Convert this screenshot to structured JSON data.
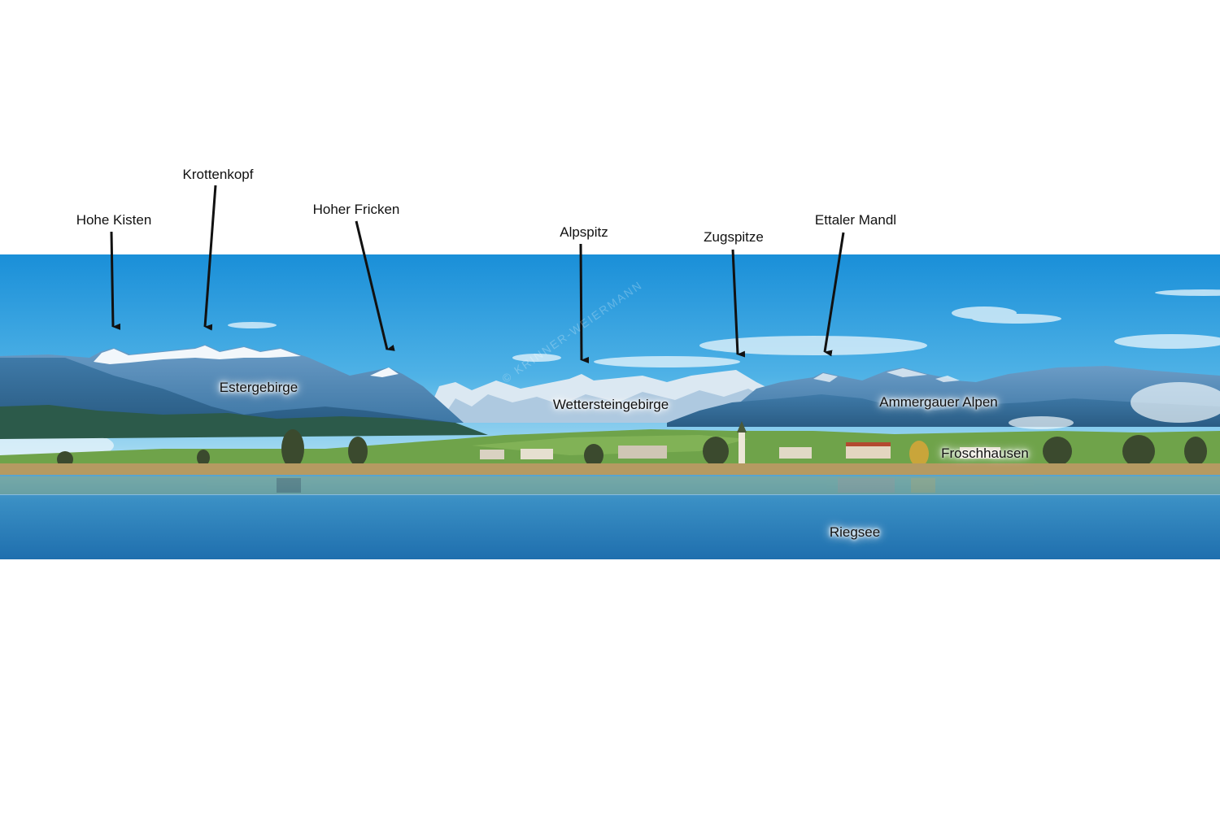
{
  "peaks": [
    {
      "id": "hohe-kisten",
      "name": "Hohe Kisten"
    },
    {
      "id": "krottenkopf",
      "name": "Krottenkopf"
    },
    {
      "id": "hoher-fricken",
      "name": "Hoher Fricken"
    },
    {
      "id": "alpspitz",
      "name": "Alpspitz"
    },
    {
      "id": "zugspitze",
      "name": "Zugspitze"
    },
    {
      "id": "ettaler-mandl",
      "name": "Ettaler Mandl"
    }
  ],
  "regions": [
    {
      "id": "estergebirge",
      "name": "Estergebirge"
    },
    {
      "id": "wettersteingebirge",
      "name": "Wettersteingebirge"
    },
    {
      "id": "ammergauer-alpen",
      "name": "Ammergauer Alpen"
    },
    {
      "id": "froschhausen",
      "name": "Froschhausen"
    },
    {
      "id": "riegsee",
      "name": "Riegsee"
    }
  ],
  "watermark": "© KRINNER-WEIERMANN",
  "colors": {
    "sky_top": "#1a8fd8",
    "sky_bottom": "#8fd0ee",
    "mountain_far": "#4f86b0",
    "mountain_near": "#2f6690",
    "snow": "#f2f7fb",
    "meadow": "#6fa34a",
    "lake": "#2f86bd",
    "arrow": "#111111"
  }
}
